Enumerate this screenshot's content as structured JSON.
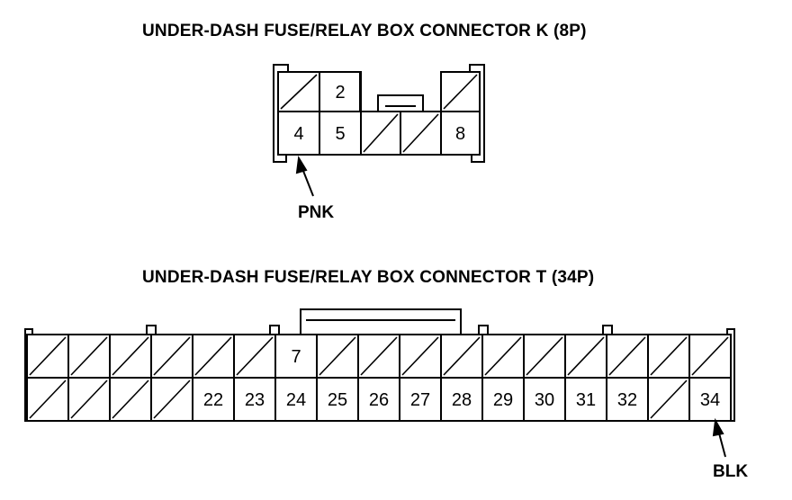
{
  "connector_k": {
    "title": "UNDER-DASH FUSE/RELAY BOX CONNECTOR K (8P)",
    "top_row": [
      "",
      "2",
      "",
      "",
      ""
    ],
    "bottom_row": [
      "4",
      "5",
      "",
      "",
      "8"
    ],
    "wire_color": "PNK"
  },
  "connector_t": {
    "title": "UNDER-DASH FUSE/RELAY BOX CONNECTOR T (34P)",
    "top_row": [
      "",
      "",
      "",
      "",
      "",
      "",
      "7",
      "",
      "",
      "",
      "",
      "",
      "",
      "",
      "",
      "",
      ""
    ],
    "bottom_row": [
      "",
      "",
      "",
      "",
      "22",
      "23",
      "24",
      "25",
      "26",
      "27",
      "28",
      "29",
      "30",
      "31",
      "32",
      "",
      "34"
    ],
    "wire_color": "BLK"
  }
}
